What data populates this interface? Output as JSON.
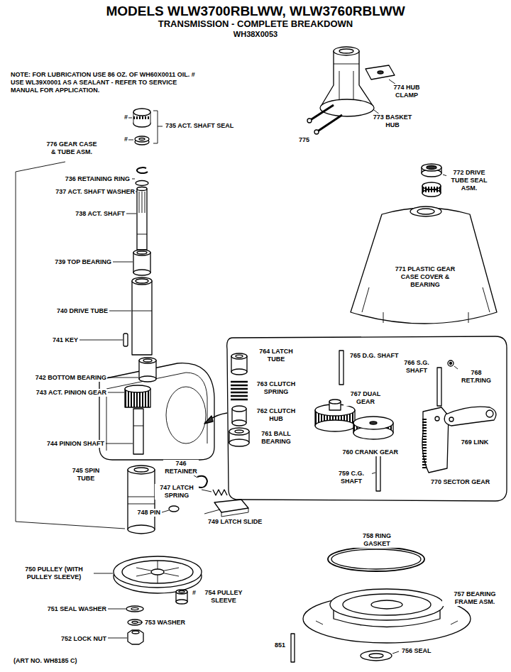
{
  "diagram": {
    "title": "MODELS WLW3700RBLWW, WLW3760RBLWW",
    "caption": "(ART NO. WH8185 C)",
    "labels": [
      "NOTE: FOR LUBRICATION USE 86 OZ. OF WH60X0011 OIL. # USE WL39X0001 AS A SEALANT - REFER TO SERVICE MANUAL FOR APPLICATION.",
      "TRANSMISSION - COMPLETE BREAKDOWN",
      "WH38X0053",
      "735 ACT. SHAFT SEAL",
      "#",
      "#",
      "776 GEAR CASE & TUBE ASM.",
      "736 RETAINING RING",
      "737 ACT. SHAFT WASHER",
      "738 ACT. SHAFT",
      "739 TOP BEARING",
      "740 DRIVE TUBE",
      "741 KEY",
      "742 BOTTOM BEARING",
      "743 ACT. PINION GEAR",
      "744 PINION SHAFT",
      "745 SPIN TUBE",
      "746 RETAINER",
      "747 LATCH SPRING",
      "748 PIN",
      "749 LATCH SLIDE",
      "750 PULLEY (WITH PULLEY SLEEVE)",
      "751 SEAL WASHER",
      "752 LOCK NUT",
      "753 WASHER",
      "#",
      "754 PULLEY SLEEVE",
      "774 HUB CLAMP",
      "773 BASKET HUB",
      "775",
      "772 DRIVE TUBE SEAL ASM.",
      "771 PLASTIC GEAR CASE COVER & BEARING",
      "764 LATCH TUBE",
      "765 D.G. SHAFT",
      "763 CLUTCH SPRING",
      "766 S.G. SHAFT",
      "768 RET.RING",
      "767 DUAL GEAR",
      "762 CLUTCH HUB",
      "761 BALL BEARING",
      "769 LINK",
      "760 CRANK GEAR",
      "759 C.G. SHAFT",
      "770 SECTOR GEAR",
      "758 RING GASKET",
      "757 BEARING FRAME ASM.",
      "851",
      "756 SEAL"
    ]
  }
}
